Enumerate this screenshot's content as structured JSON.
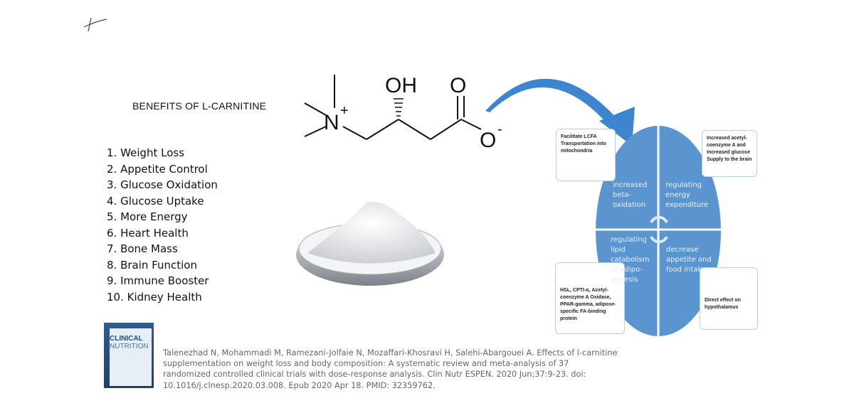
{
  "title": "BENEFITS OF L-CARNITINE",
  "benefits": [
    "1. Weight Loss",
    "2. Appetite Control",
    "3. Glucose Oxidation",
    "4. Glucose Uptake",
    "5. More Energy",
    "6. Heart Health",
    "7. Bone Mass",
    "8. Brain Function",
    "9. Immune Booster",
    "10. Kidney Health"
  ],
  "molecule": {
    "oh": "OH",
    "o": "O",
    "o_minus": "O",
    "minus": "-",
    "n": "N",
    "plus": "+"
  },
  "diagram": {
    "quadrants": [
      "increased beta-oxidation",
      "regulating energy expenditure",
      "regulating lipid catabolism or adipo-genesis",
      "decrease appetite and food intake"
    ],
    "boxes": [
      "Facilitate LCFA Transportation into mitochondria",
      "Increased acetyl-coenzyme A and Increased glucose Supply to the brain",
      "HSL, CPTI-α, Acetyl-coenzyme A Oxidase, PPAR-gamma, adipose-specific FA-binding protein",
      "Direct effect on hypothalamus"
    ],
    "color": "#5a95cf"
  },
  "journal": {
    "title1": "CLINICAL",
    "title2": "NUTRITION"
  },
  "citation": "Talenezhad N, Mohammadi M, Ramezani-Jolfaie N, Mozaffari-Khosravi H, Salehi-Abargouei A. Effects of l-carnitine supplementation on weight loss and body composition: A systematic review and meta-analysis of 37 randomized controlled clinical trials with dose-response analysis. Clin Nutr ESPEN. 2020 Jun;37:9-23. doi: 10.1016/j.clnesp.2020.03.008. Epub 2020 Apr 18. PMID: 32359762."
}
